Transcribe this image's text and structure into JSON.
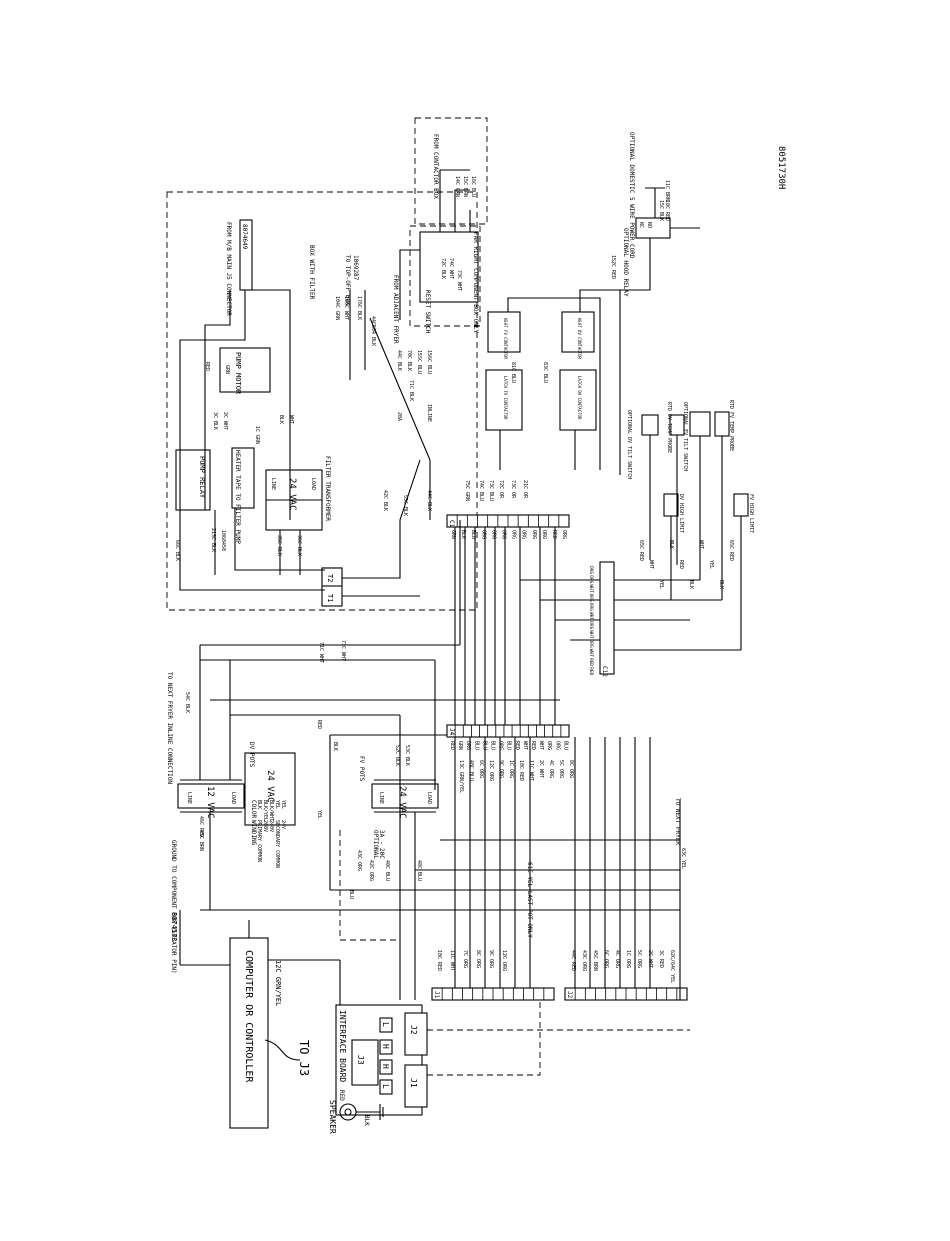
{
  "drawing_number": "8051730H",
  "computer": {
    "title": "COMPUTER OR CONTROLLER",
    "to_j3": "TO J3",
    "ground_wire": "12C GRN/YEL"
  },
  "interface_board": {
    "title": "INTERFACE BOARD",
    "j1": "J1",
    "j2": "J2",
    "j3": "J3",
    "relay_marks": [
      "L",
      "H",
      "H",
      "L"
    ]
  },
  "speaker": {
    "label": "SPEAKER",
    "red": "RED",
    "blk": "BLK"
  },
  "part_number_left": "8074573",
  "ground_note": "GROUND TO COMPONENT BOX (LOCATOR PIN)",
  "next_fryer_inline": "TO NEXT FRYER INLINE CONNECTION",
  "to_next_fryer": "TO NEXT FRYER",
  "last_pot_note": "61C YEL LAST POT ONLY",
  "transformers": {
    "t12": {
      "voltage": "12 VAC",
      "line": "LINE",
      "load": "LOAD"
    },
    "t24_dv": {
      "voltage": "24 VAC",
      "label": "DV POTS"
    },
    "t24_fv": {
      "voltage": "24 VAC",
      "label": "FV POTS",
      "line": "LINE",
      "load": "LOAD"
    },
    "t24_filter": {
      "voltage": "24 VAC",
      "line": "LINE",
      "load": "LOAD",
      "name": "FILTER TRANSFORMER"
    }
  },
  "winding_table": {
    "headers": [
      "WINDING",
      "COLOR"
    ],
    "rows": [
      [
        "PRIMARY COMMON",
        "BLK"
      ],
      [
        "208V",
        "BLK/YEL"
      ],
      [
        "240V",
        "BLK/WHT"
      ],
      [
        "SECONDARY COMMON",
        "YEL"
      ],
      [
        "24V",
        "YEL"
      ]
    ]
  },
  "optional_fuse": {
    "label": "OPTIONAL",
    "rating": "3A - 20C"
  },
  "box_with_filter": {
    "title": "BOX WITH FILTER",
    "from_main": "FROM M/B MAIN J5 CONNECTOR",
    "part": "8074649",
    "pump_motor": "PUMP MOTOR",
    "pump_relay": "PUMP RELAY",
    "heater_tape": "HEATER TAPE TO FILTER PUMP",
    "part_heater": "1068450",
    "t1": "T1",
    "t2": "T2",
    "wires": [
      "66C BLK",
      "21SC BLK",
      "35C BLK",
      "36C BLK",
      "3C BLK",
      "2C WHT",
      "1C GRN",
      "RED",
      "GRN",
      "BLK",
      "WHT"
    ]
  },
  "top_off": {
    "label": "TO TOP-OFF BOX",
    "part": "1069287",
    "wires": [
      "104C GRN",
      "105C WHT",
      "176C BLK",
      "44C504 BLK"
    ]
  },
  "adjacent": {
    "label": "FROM ADJACENT FRYER",
    "wires": [
      "44C BLK",
      "70C BLK",
      "15SC BLU",
      "156C BLU"
    ]
  },
  "reset_switch": "RESET SWITCH",
  "far_right_box": "FAR RIGHT COMPONENT BOX ONLY",
  "from_contactor": {
    "label": "FROM CONTACTOR BOX",
    "wires": [
      "14C GRN",
      "15C BRN",
      "16C BLU"
    ]
  },
  "relay_wires": [
    "72C BLK",
    "74C WHT",
    "73C WHT"
  ],
  "hood_relay": {
    "label": "OPTIONAL HOOD RELAY",
    "wires": [
      "15C BLK",
      "18C RED",
      "152C RED",
      "11C BRN"
    ],
    "nc": "NC",
    "no": "NO"
  },
  "power_cord": "OPTIONAL DOMESTIC 5 WIRE POWER CORD",
  "contactors": [
    {
      "name": "LATCH FV CONTACTOR"
    },
    {
      "name": "LATCH DV CONTACTOR"
    },
    {
      "name": "HEAT FV CONTACTOR"
    },
    {
      "name": "HEAT DV CONTACTOR"
    }
  ],
  "contactor_wires": [
    "81C BLU",
    "83C BLU",
    "71C BLK",
    "20A",
    "INLINE",
    "42C BLK",
    "55C BLK",
    "44C BLK",
    "75C GRN",
    "74C BLU",
    "73C BLU",
    "72C OR",
    "73C OR",
    "21C OR",
    "71C WHT"
  ],
  "dv_switches": {
    "tilt": "OPTIONAL DV TILT SWITCH",
    "temp": "RTD DV TEMP PROBE",
    "high": "DV HIGH LIMIT"
  },
  "fv_switches": {
    "tilt": "OPTIONAL FV TILT SWITCH",
    "temp": "RTD FV TEMP PROBE",
    "high": "FV HIGH LIMIT"
  },
  "c1_connector": {
    "label": "C1",
    "pins": [
      "1",
      "2",
      "3",
      "4",
      "5",
      "6",
      "7",
      "8",
      "9",
      "10",
      "11",
      "12"
    ],
    "colors": [
      "GRN",
      "BLK",
      "BLU",
      "ORG",
      "ORG",
      "ORG",
      "ORG",
      "ORG",
      "ORG",
      "ORG",
      "RED",
      "ORG"
    ]
  },
  "c12_connector": {
    "label": "C12",
    "pins": [
      "12",
      "11",
      "10",
      "9",
      "8",
      "7",
      "6",
      "5",
      "4",
      "3",
      "2",
      "1"
    ],
    "colors": [
      "ORG",
      "ORG",
      "WHT",
      "ORG",
      "ORG",
      "WHT",
      "ORG",
      "WHT",
      "ORG",
      "WHT",
      "RED",
      "RED"
    ],
    "side_wires": [
      "65C RED",
      "WHT",
      "YEL",
      "BLK",
      "RED",
      "BLK",
      "WHT",
      "YEL",
      "BLK",
      "65C RED"
    ]
  },
  "j4_connector": {
    "label": "J4",
    "pins": [
      "1",
      "2",
      "3",
      "4",
      "5",
      "6",
      "7",
      "8",
      "9",
      "10",
      "11",
      "12",
      "13",
      "14",
      "15"
    ],
    "colors": [
      "RED",
      "GRN",
      "ORG",
      "BLU",
      "BLU",
      "BLU",
      "ORG",
      "BLU",
      "RED",
      "WHT",
      "RED",
      "WHT",
      "ORG",
      "ORG",
      "BLU"
    ],
    "wires": [
      "13C GRN/YEL",
      "48C BLU",
      "6C ORG",
      "12C ORG",
      "9C ORG",
      "1C ORG",
      "10C RED",
      "11C WHT",
      "2C WHT",
      "4C ORG",
      "5C ORG",
      "8C ORG"
    ]
  },
  "j1_connector": {
    "label": "J1",
    "pins": [
      "1",
      "2",
      "3",
      "4",
      "5",
      "6",
      "7",
      "8",
      "9",
      "10",
      "11",
      "12"
    ],
    "wires": [
      "10C RED",
      "11C WHT",
      "7C ORG",
      "8C ORG",
      "9C ORG",
      "12C ORG"
    ]
  },
  "j2_connector": {
    "label": "J2",
    "pins": [
      "1",
      "2",
      "3",
      "4",
      "5",
      "6",
      "7",
      "8",
      "9",
      "10",
      "11",
      "12"
    ],
    "wires": [
      "44C RED",
      "43C ORG",
      "45C BRN",
      "6C ORG",
      "4C ORG",
      "1C ORG",
      "5C ORG",
      "2C WHT",
      "3C RED",
      "62C/64C YEL"
    ]
  },
  "misc_wires": [
    "54C BLK",
    "45C BRN",
    "46C RED",
    "43C ORG",
    "42C ORG",
    "40C BLU",
    "48C BLU",
    "63C YEL",
    "52C BLK",
    "53C BLK",
    "BLK",
    "RED",
    "YEL",
    "71C WHT",
    "BLU"
  ]
}
